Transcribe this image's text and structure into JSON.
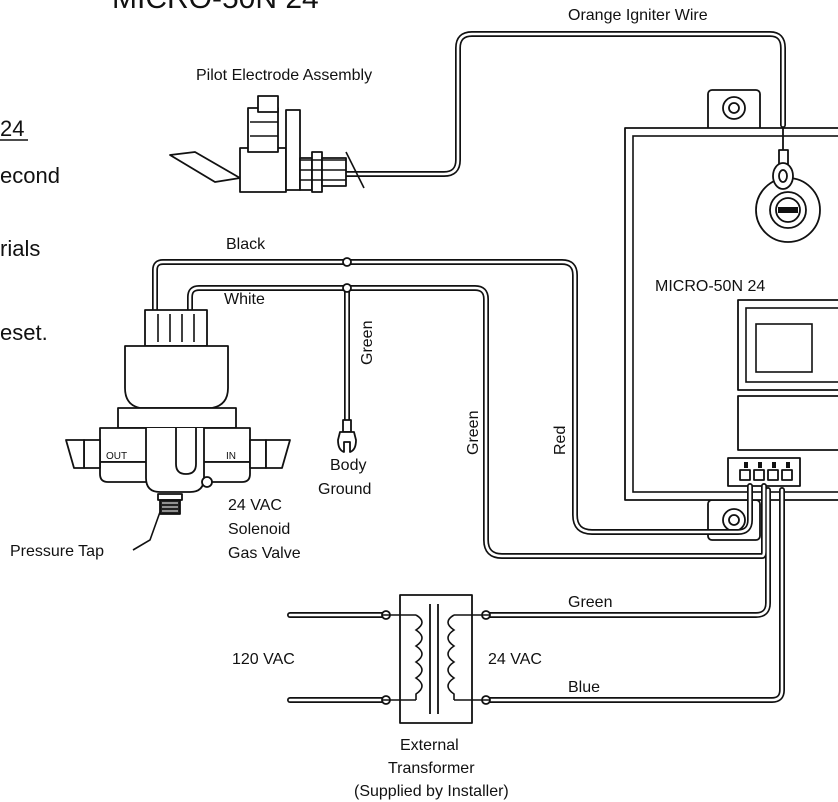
{
  "header": {
    "title_fragment": "MICRO-50N 24"
  },
  "side_text": {
    "underlined": "24",
    "line1": "econd",
    "line2": "rials",
    "line3": "eset."
  },
  "labels": {
    "orange_igniter_wire": "Orange Igniter Wire",
    "pilot_electrode_assembly": "Pilot Electrode Assembly",
    "black": "Black",
    "white": "White",
    "green_ground": "Green",
    "green_valve": "Green",
    "red": "Red",
    "body_ground_line1": "Body",
    "body_ground_line2": "Ground",
    "valve_out": "OUT",
    "valve_in": "IN",
    "valve_line1": "24 VAC",
    "valve_line2": "Solenoid",
    "valve_line3": "Gas Valve",
    "pressure_tap": "Pressure Tap",
    "module_name": "MICRO-50N 24",
    "transformer_primary": "120 VAC",
    "transformer_secondary": "24 VAC",
    "green_secondary": "Green",
    "blue_secondary": "Blue",
    "transformer_line1": "External",
    "transformer_line2": "Transformer",
    "transformer_line3": "(Supplied by Installer)"
  }
}
